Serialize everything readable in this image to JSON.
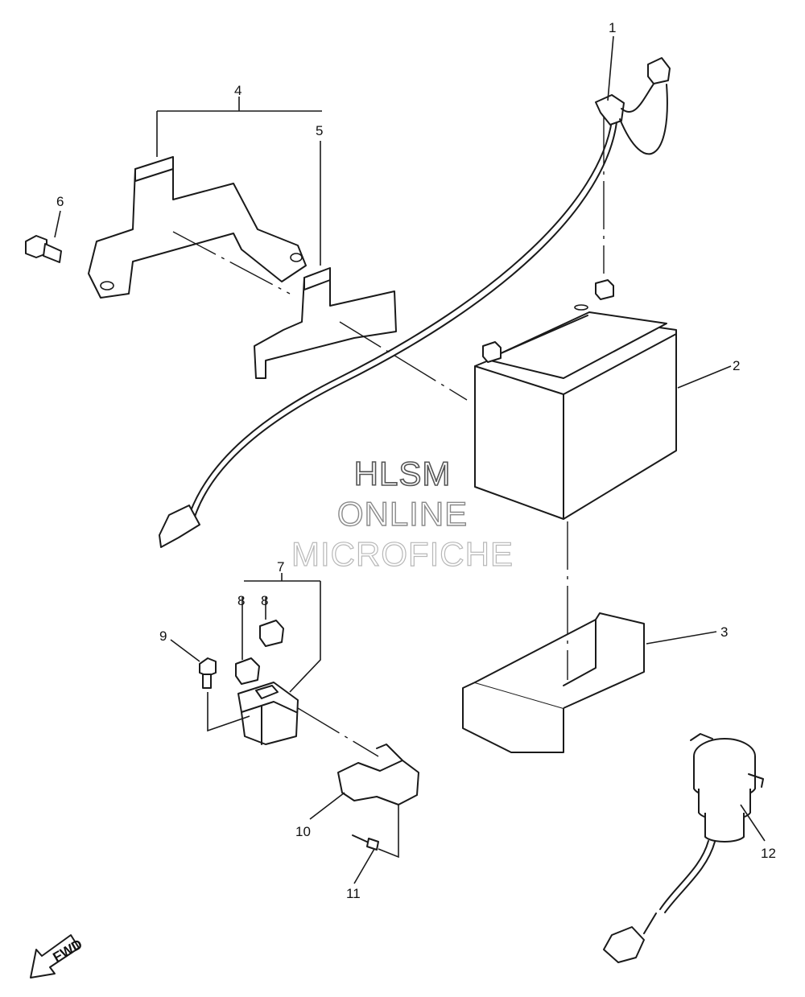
{
  "callouts": [
    {
      "id": "1",
      "label": "1"
    },
    {
      "id": "2",
      "label": "2"
    },
    {
      "id": "3",
      "label": "3"
    },
    {
      "id": "4",
      "label": "4"
    },
    {
      "id": "5",
      "label": "5"
    },
    {
      "id": "6",
      "label": "6"
    },
    {
      "id": "7",
      "label": "7"
    },
    {
      "id": "8a",
      "label": "8"
    },
    {
      "id": "8b",
      "label": "8"
    },
    {
      "id": "9",
      "label": "9"
    },
    {
      "id": "10",
      "label": "10"
    },
    {
      "id": "11",
      "label": "11"
    },
    {
      "id": "12",
      "label": "12"
    }
  ],
  "watermark": {
    "line1": "HLSM",
    "line2": "ONLINE",
    "line3": "MICROFICHE",
    "colors": [
      "#555555",
      "#8a8a8a",
      "#b8b8b8"
    ]
  },
  "fwd_label": "FWD"
}
